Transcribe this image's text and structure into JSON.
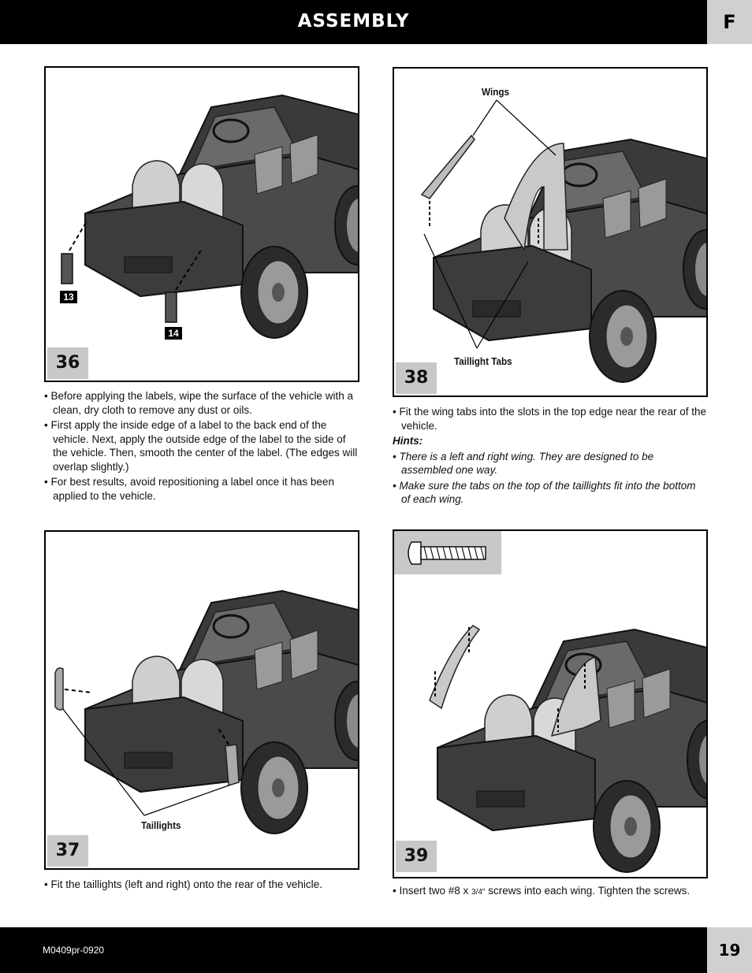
{
  "header": {
    "title": "ASSEMBLY",
    "section_letter": "F"
  },
  "footer": {
    "code": "M0409pr-0920",
    "page_number": "19"
  },
  "steps": {
    "s36": {
      "number": "36",
      "part_labels": [
        "13",
        "14"
      ],
      "bullets": [
        "Before applying the labels, wipe the surface of the vehicle with a clean, dry cloth to remove any dust or oils.",
        "First apply the inside edge of a label to the back end of the vehicle. Next, apply the outside edge of the label to the side of the vehicle. Then, smooth the center of the label. (The edges will overlap slightly.)",
        "For best results, avoid repositioning a label once it has been applied to the vehicle."
      ]
    },
    "s38": {
      "number": "38",
      "callouts": {
        "wings": "Wings",
        "taillight_tabs": "Taillight Tabs"
      },
      "bullets": [
        "Fit the wing tabs into the slots in the top edge near the rear of the vehicle."
      ],
      "hints_heading": "Hints:",
      "hints": [
        "There is a left and right wing. They are designed to be assembled one way.",
        "Make sure the tabs on the top of the taillights fit into the bottom of each wing."
      ]
    },
    "s37": {
      "number": "37",
      "callouts": {
        "taillights": "Taillights"
      },
      "bullets": [
        "Fit the taillights (left and right) onto the rear of the vehicle."
      ]
    },
    "s39": {
      "number": "39",
      "bullet_prefix": "Insert two #8 x ",
      "fraction": "3/4\"",
      "bullet_suffix": " screws into each wing. Tighten the screws."
    }
  }
}
